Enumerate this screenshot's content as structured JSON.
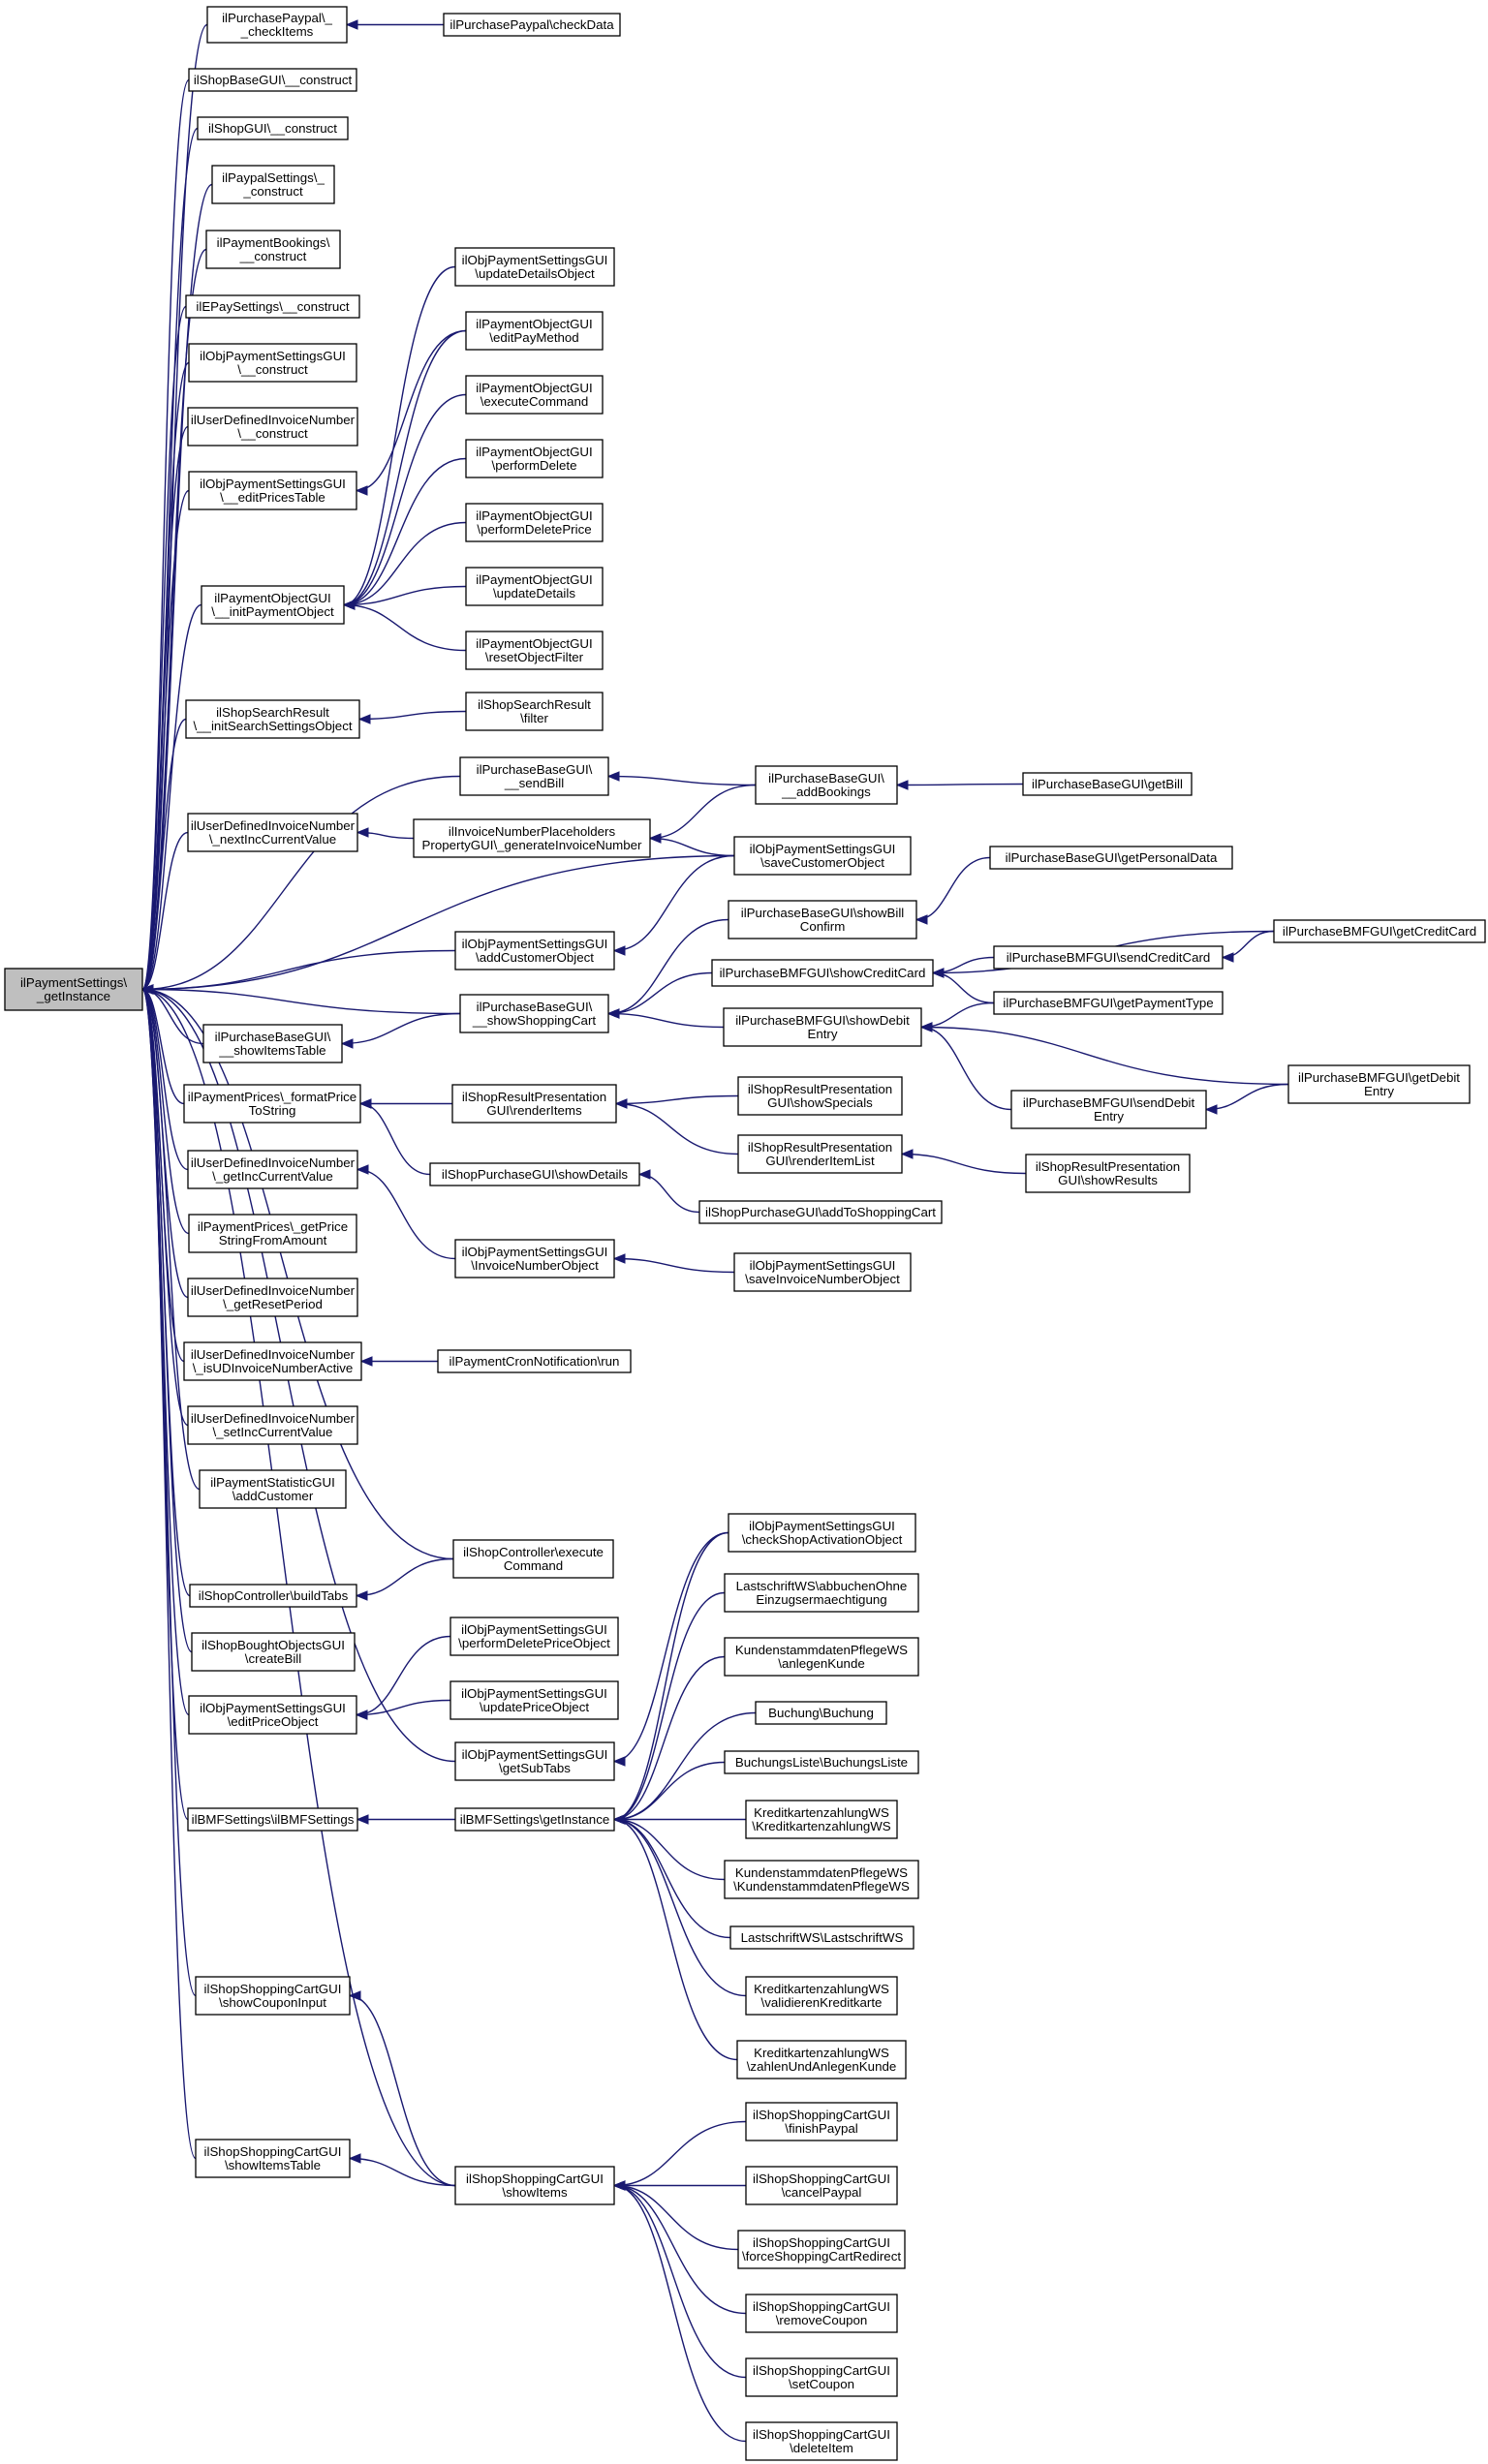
{
  "graph": {
    "colors": {
      "edge": "#191970",
      "node_fill": "#ffffff",
      "root_fill": "#bfbfbf",
      "border": "#000000"
    },
    "nodes": [
      {
        "id": "root",
        "lines": [
          "ilPaymentSettings\\",
          "_getInstance"
        ],
        "root": true
      },
      {
        "id": "pp_check",
        "lines": [
          "ilPurchasePaypal\\_",
          "_checkItems"
        ]
      },
      {
        "id": "pp_checkData",
        "lines": [
          "ilPurchasePaypal\\checkData"
        ]
      },
      {
        "id": "shopbase_c",
        "lines": [
          "ilShopBaseGUI\\__construct"
        ]
      },
      {
        "id": "shopgui_c",
        "lines": [
          "ilShopGUI\\__construct"
        ]
      },
      {
        "id": "paypalset_c",
        "lines": [
          "ilPaypalSettings\\_",
          "_construct"
        ]
      },
      {
        "id": "paybook_c",
        "lines": [
          "ilPaymentBookings\\",
          "__construct"
        ]
      },
      {
        "id": "epay_c",
        "lines": [
          "ilEPaySettings\\__construct"
        ]
      },
      {
        "id": "objpay_c",
        "lines": [
          "ilObjPaymentSettingsGUI",
          "\\__construct"
        ]
      },
      {
        "id": "udin_c",
        "lines": [
          "ilUserDefinedInvoiceNumber",
          "\\__construct"
        ]
      },
      {
        "id": "objpay_ept",
        "lines": [
          "ilObjPaymentSettingsGUI",
          "\\__editPricesTable"
        ]
      },
      {
        "id": "pog_init",
        "lines": [
          "ilPaymentObjectGUI",
          "\\__initPaymentObject"
        ]
      },
      {
        "id": "ops_udo",
        "lines": [
          "ilObjPaymentSettingsGUI",
          "\\updateDetailsObject"
        ]
      },
      {
        "id": "pog_epm",
        "lines": [
          "ilPaymentObjectGUI",
          "\\editPayMethod"
        ]
      },
      {
        "id": "pog_exec",
        "lines": [
          "ilPaymentObjectGUI",
          "\\executeCommand"
        ]
      },
      {
        "id": "pog_pdel",
        "lines": [
          "ilPaymentObjectGUI",
          "\\performDelete"
        ]
      },
      {
        "id": "pog_pdp",
        "lines": [
          "ilPaymentObjectGUI",
          "\\performDeletePrice"
        ]
      },
      {
        "id": "pog_ud",
        "lines": [
          "ilPaymentObjectGUI",
          "\\updateDetails"
        ]
      },
      {
        "id": "pog_rof",
        "lines": [
          "ilPaymentObjectGUI",
          "\\resetObjectFilter"
        ]
      },
      {
        "id": "ssr_init",
        "lines": [
          "ilShopSearchResult",
          "\\__initSearchSettingsObject"
        ]
      },
      {
        "id": "ssr_filter",
        "lines": [
          "ilShopSearchResult",
          "\\filter"
        ]
      },
      {
        "id": "pbg_sendbill",
        "lines": [
          "ilPurchaseBaseGUI\\",
          "__sendBill"
        ]
      },
      {
        "id": "pbg_addb",
        "lines": [
          "ilPurchaseBaseGUI\\",
          "__addBookings"
        ]
      },
      {
        "id": "pbg_getbill",
        "lines": [
          "ilPurchaseBaseGUI\\getBill"
        ]
      },
      {
        "id": "udin_next",
        "lines": [
          "ilUserDefinedInvoiceNumber",
          "\\_nextIncCurrentValue"
        ]
      },
      {
        "id": "inpp",
        "lines": [
          "ilInvoiceNumberPlaceholders",
          "PropertyGUI\\_generateInvoiceNumber"
        ]
      },
      {
        "id": "ops_sco",
        "lines": [
          "ilObjPaymentSettingsGUI",
          "\\saveCustomerObject"
        ]
      },
      {
        "id": "pbg_gpd",
        "lines": [
          "ilPurchaseBaseGUI\\getPersonalData"
        ]
      },
      {
        "id": "pbg_sbc",
        "lines": [
          "ilPurchaseBaseGUI\\showBill",
          "Confirm"
        ]
      },
      {
        "id": "ops_aco",
        "lines": [
          "ilObjPaymentSettingsGUI",
          "\\addCustomerObject"
        ]
      },
      {
        "id": "bmf_scc",
        "lines": [
          "ilPurchaseBMFGUI\\showCreditCard"
        ]
      },
      {
        "id": "bmf_sendcc",
        "lines": [
          "ilPurchaseBMFGUI\\sendCreditCard"
        ]
      },
      {
        "id": "bmf_getcc",
        "lines": [
          "ilPurchaseBMFGUI\\getCreditCard"
        ]
      },
      {
        "id": "pbg_ssc",
        "lines": [
          "ilPurchaseBaseGUI\\",
          "__showShoppingCart"
        ]
      },
      {
        "id": "bmf_gpt",
        "lines": [
          "ilPurchaseBMFGUI\\getPaymentType"
        ]
      },
      {
        "id": "pbg_sit",
        "lines": [
          "ilPurchaseBaseGUI\\",
          "__showItemsTable"
        ]
      },
      {
        "id": "bmf_sde",
        "lines": [
          "ilPurchaseBMFGUI\\showDebit",
          "Entry"
        ]
      },
      {
        "id": "bmf_gde",
        "lines": [
          "ilPurchaseBMFGUI\\getDebit",
          "Entry"
        ]
      },
      {
        "id": "pp_fmt",
        "lines": [
          "ilPaymentPrices\\_formatPrice",
          "ToString"
        ]
      },
      {
        "id": "srp_ri",
        "lines": [
          "ilShopResultPresentation",
          "GUI\\renderItems"
        ]
      },
      {
        "id": "srp_ss",
        "lines": [
          "ilShopResultPresentation",
          "GUI\\showSpecials"
        ]
      },
      {
        "id": "bmf_sendde",
        "lines": [
          "ilPurchaseBMFGUI\\sendDebit",
          "Entry"
        ]
      },
      {
        "id": "udin_get",
        "lines": [
          "ilUserDefinedInvoiceNumber",
          "\\_getIncCurrentValue"
        ]
      },
      {
        "id": "srp_ril",
        "lines": [
          "ilShopResultPresentation",
          "GUI\\renderItemList"
        ]
      },
      {
        "id": "srp_sr",
        "lines": [
          "ilShopResultPresentation",
          "GUI\\showResults"
        ]
      },
      {
        "id": "spg_sd",
        "lines": [
          "ilShopPurchaseGUI\\showDetails"
        ]
      },
      {
        "id": "spg_atsc",
        "lines": [
          "ilShopPurchaseGUI\\addToShoppingCart"
        ]
      },
      {
        "id": "pp_gps",
        "lines": [
          "ilPaymentPrices\\_getPrice",
          "StringFromAmount"
        ]
      },
      {
        "id": "ops_ino",
        "lines": [
          "ilObjPaymentSettingsGUI",
          "\\InvoiceNumberObject"
        ]
      },
      {
        "id": "ops_sino",
        "lines": [
          "ilObjPaymentSettingsGUI",
          "\\saveInvoiceNumberObject"
        ]
      },
      {
        "id": "udin_grp",
        "lines": [
          "ilUserDefinedInvoiceNumber",
          "\\_getResetPeriod"
        ]
      },
      {
        "id": "udin_isud",
        "lines": [
          "ilUserDefinedInvoiceNumber",
          "\\_isUDInvoiceNumberActive"
        ]
      },
      {
        "id": "pcn_run",
        "lines": [
          "ilPaymentCronNotification\\run"
        ]
      },
      {
        "id": "udin_set",
        "lines": [
          "ilUserDefinedInvoiceNumber",
          "\\_setIncCurrentValue"
        ]
      },
      {
        "id": "psg_ac",
        "lines": [
          "ilPaymentStatisticGUI",
          "\\addCustomer"
        ]
      },
      {
        "id": "ops_csao",
        "lines": [
          "ilObjPaymentSettingsGUI",
          "\\checkShopActivationObject"
        ]
      },
      {
        "id": "sc_exec",
        "lines": [
          "ilShopController\\execute",
          "Command"
        ]
      },
      {
        "id": "lws_abb",
        "lines": [
          "LastschriftWS\\abbuchenOhne",
          "Einzugsermaechtigung"
        ]
      },
      {
        "id": "sc_bt",
        "lines": [
          "ilShopController\\buildTabs"
        ]
      },
      {
        "id": "kpws_ak",
        "lines": [
          "KundenstammdatenPflegeWS",
          "\\anlegenKunde"
        ]
      },
      {
        "id": "ops_pdpo",
        "lines": [
          "ilObjPaymentSettingsGUI",
          "\\performDeletePriceObject"
        ]
      },
      {
        "id": "sbog_cb",
        "lines": [
          "ilShopBoughtObjectsGUI",
          "\\createBill"
        ]
      },
      {
        "id": "ops_upo",
        "lines": [
          "ilObjPaymentSettingsGUI",
          "\\updatePriceObject"
        ]
      },
      {
        "id": "buchung",
        "lines": [
          "Buchung\\Buchung"
        ]
      },
      {
        "id": "ops_epo",
        "lines": [
          "ilObjPaymentSettingsGUI",
          "\\editPriceObject"
        ]
      },
      {
        "id": "ops_gst",
        "lines": [
          "ilObjPaymentSettingsGUI",
          "\\getSubTabs"
        ]
      },
      {
        "id": "bl",
        "lines": [
          "BuchungsListe\\BuchungsListe"
        ]
      },
      {
        "id": "bmfs_c",
        "lines": [
          "ilBMFSettings\\ilBMFSettings"
        ]
      },
      {
        "id": "bmfs_gi",
        "lines": [
          "ilBMFSettings\\getInstance"
        ]
      },
      {
        "id": "kkz",
        "lines": [
          "KreditkartenzahlungWS",
          "\\KreditkartenzahlungWS"
        ]
      },
      {
        "id": "kpws",
        "lines": [
          "KundenstammdatenPflegeWS",
          "\\KundenstammdatenPflegeWS"
        ]
      },
      {
        "id": "lws",
        "lines": [
          "LastschriftWS\\LastschriftWS"
        ]
      },
      {
        "id": "sscg_sci",
        "lines": [
          "ilShopShoppingCartGUI",
          "\\showCouponInput"
        ]
      },
      {
        "id": "kkz_vk",
        "lines": [
          "KreditkartenzahlungWS",
          "\\validierenKreditkarte"
        ]
      },
      {
        "id": "kkz_zak",
        "lines": [
          "KreditkartenzahlungWS",
          "\\zahlenUndAnlegenKunde"
        ]
      },
      {
        "id": "sscg_fp",
        "lines": [
          "ilShopShoppingCartGUI",
          "\\finishPaypal"
        ]
      },
      {
        "id": "sscg_sit",
        "lines": [
          "ilShopShoppingCartGUI",
          "\\showItemsTable"
        ]
      },
      {
        "id": "sscg_si",
        "lines": [
          "ilShopShoppingCartGUI",
          "\\showItems"
        ]
      },
      {
        "id": "sscg_cp",
        "lines": [
          "ilShopShoppingCartGUI",
          "\\cancelPaypal"
        ]
      },
      {
        "id": "sscg_fscr",
        "lines": [
          "ilShopShoppingCartGUI",
          "\\forceShoppingCartRedirect"
        ]
      },
      {
        "id": "sscg_rc",
        "lines": [
          "ilShopShoppingCartGUI",
          "\\removeCoupon"
        ]
      },
      {
        "id": "sscg_sc",
        "lines": [
          "ilShopShoppingCartGUI",
          "\\setCoupon"
        ]
      },
      {
        "id": "sscg_di",
        "lines": [
          "ilShopShoppingCartGUI",
          "\\deleteItem"
        ]
      }
    ],
    "edges": [
      [
        "pp_check",
        "root"
      ],
      [
        "shopbase_c",
        "root"
      ],
      [
        "shopgui_c",
        "root"
      ],
      [
        "paypalset_c",
        "root"
      ],
      [
        "paybook_c",
        "root"
      ],
      [
        "epay_c",
        "root"
      ],
      [
        "objpay_c",
        "root"
      ],
      [
        "udin_c",
        "root"
      ],
      [
        "objpay_ept",
        "root"
      ],
      [
        "pog_init",
        "root"
      ],
      [
        "ssr_init",
        "root"
      ],
      [
        "pbg_sendbill",
        "root"
      ],
      [
        "udin_next",
        "root"
      ],
      [
        "ops_sco",
        "root"
      ],
      [
        "ops_aco",
        "root"
      ],
      [
        "pbg_ssc",
        "root"
      ],
      [
        "pbg_sit",
        "root"
      ],
      [
        "pp_fmt",
        "root"
      ],
      [
        "udin_get",
        "root"
      ],
      [
        "pp_gps",
        "root"
      ],
      [
        "udin_grp",
        "root"
      ],
      [
        "udin_isud",
        "root"
      ],
      [
        "udin_set",
        "root"
      ],
      [
        "psg_ac",
        "root"
      ],
      [
        "sc_exec",
        "root"
      ],
      [
        "sc_bt",
        "root"
      ],
      [
        "sbog_cb",
        "root"
      ],
      [
        "ops_epo",
        "root"
      ],
      [
        "ops_gst",
        "root"
      ],
      [
        "bmfs_c",
        "root"
      ],
      [
        "sscg_sci",
        "root"
      ],
      [
        "sscg_sit",
        "root"
      ],
      [
        "sscg_si",
        "root"
      ],
      [
        "pp_checkData",
        "pp_check"
      ],
      [
        "pog_epm",
        "objpay_ept"
      ],
      [
        "ops_udo",
        "pog_init"
      ],
      [
        "pog_epm",
        "pog_init"
      ],
      [
        "pog_exec",
        "pog_init"
      ],
      [
        "pog_pdel",
        "pog_init"
      ],
      [
        "pog_pdp",
        "pog_init"
      ],
      [
        "pog_ud",
        "pog_init"
      ],
      [
        "pog_rof",
        "pog_init"
      ],
      [
        "ssr_filter",
        "ssr_init"
      ],
      [
        "pbg_addb",
        "pbg_sendbill"
      ],
      [
        "pbg_getbill",
        "pbg_addb"
      ],
      [
        "inpp",
        "udin_next"
      ],
      [
        "pbg_addb",
        "inpp"
      ],
      [
        "ops_sco",
        "inpp"
      ],
      [
        "ops_sco",
        "ops_aco"
      ],
      [
        "pbg_sbc",
        "pbg_ssc"
      ],
      [
        "bmf_scc",
        "pbg_ssc"
      ],
      [
        "bmf_sde",
        "pbg_ssc"
      ],
      [
        "pbg_gpd",
        "pbg_sbc"
      ],
      [
        "bmf_sendcc",
        "bmf_scc"
      ],
      [
        "bmf_getcc",
        "bmf_scc"
      ],
      [
        "bmf_getcc",
        "bmf_sendcc"
      ],
      [
        "bmf_gpt",
        "bmf_scc"
      ],
      [
        "bmf_gpt",
        "bmf_sde"
      ],
      [
        "bmf_gde",
        "bmf_sde"
      ],
      [
        "bmf_sendde",
        "bmf_sde"
      ],
      [
        "bmf_gde",
        "bmf_sendde"
      ],
      [
        "pbg_ssc",
        "pbg_sit"
      ],
      [
        "srp_ri",
        "pp_fmt"
      ],
      [
        "spg_sd",
        "pp_fmt"
      ],
      [
        "srp_ss",
        "srp_ri"
      ],
      [
        "srp_ril",
        "srp_ri"
      ],
      [
        "srp_sr",
        "srp_ril"
      ],
      [
        "spg_atsc",
        "spg_sd"
      ],
      [
        "ops_ino",
        "udin_get"
      ],
      [
        "ops_sino",
        "ops_ino"
      ],
      [
        "pcn_run",
        "udin_isud"
      ],
      [
        "sc_exec",
        "sc_bt"
      ],
      [
        "ops_pdpo",
        "ops_epo"
      ],
      [
        "ops_upo",
        "ops_epo"
      ],
      [
        "ops_csao",
        "ops_gst"
      ],
      [
        "bmfs_gi",
        "bmfs_c"
      ],
      [
        "ops_csao",
        "bmfs_gi"
      ],
      [
        "lws_abb",
        "bmfs_gi"
      ],
      [
        "kpws_ak",
        "bmfs_gi"
      ],
      [
        "buchung",
        "bmfs_gi"
      ],
      [
        "bl",
        "bmfs_gi"
      ],
      [
        "kkz",
        "bmfs_gi"
      ],
      [
        "kpws",
        "bmfs_gi"
      ],
      [
        "lws",
        "bmfs_gi"
      ],
      [
        "kkz_vk",
        "bmfs_gi"
      ],
      [
        "kkz_zak",
        "bmfs_gi"
      ],
      [
        "sscg_si",
        "sscg_sci"
      ],
      [
        "sscg_si",
        "sscg_sit"
      ],
      [
        "sscg_fp",
        "sscg_si"
      ],
      [
        "sscg_cp",
        "sscg_si"
      ],
      [
        "sscg_fscr",
        "sscg_si"
      ],
      [
        "sscg_rc",
        "sscg_si"
      ],
      [
        "sscg_sc",
        "sscg_si"
      ],
      [
        "sscg_di",
        "sscg_si"
      ]
    ]
  }
}
